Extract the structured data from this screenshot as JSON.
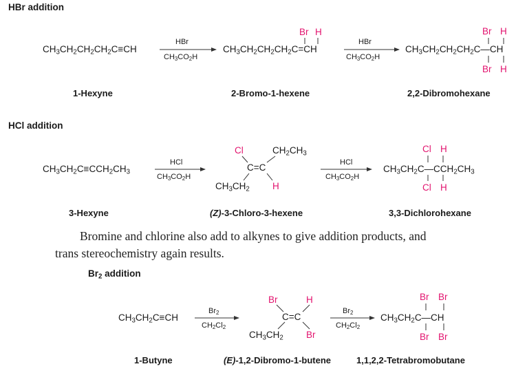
{
  "sections": {
    "hbr": "HBr addition",
    "hcl": "HCl addition",
    "br2": "Br2 addition"
  },
  "text": {
    "hbr_sub": "2",
    "paragraph_line1": "Bromine and chlorine also add to alkynes to give addition products, and",
    "paragraph_line2": "trans stereochemistry again results."
  },
  "hbr": {
    "start": {
      "formula": "CH3CH2CH2CH2C≡CH",
      "name": "1-Hexyne"
    },
    "step1": {
      "above": "HBr",
      "below": "CH3CO2H"
    },
    "mid": {
      "formula": "CH3CH2CH2CH2C=CH",
      "name": "2-Bromo-1-hexene",
      "sub_left": "Br",
      "sub_right": "H"
    },
    "step2": {
      "above": "HBr",
      "below": "CH3CO2H"
    },
    "end": {
      "formula": "CH3CH2CH2CH2C—CH",
      "name": "2,2-Dibromohexane",
      "top_left": "Br",
      "top_right": "H",
      "bottom_left": "Br",
      "bottom_right": "H"
    }
  },
  "hcl": {
    "start": {
      "formula": "CH3CH2C≡CCH2CH3",
      "name": "3-Hexyne"
    },
    "step1": {
      "above": "HCl",
      "below": "CH3CO2H"
    },
    "mid": {
      "name": "(Z)-3-Chloro-3-hexene",
      "top_left": "Cl",
      "top_right": "CH2CH3",
      "center": "C=C",
      "bottom_left": "CH3CH2",
      "bottom_right": "H"
    },
    "step2": {
      "above": "HCl",
      "below": "CH3CO2H"
    },
    "end": {
      "formula": "CH3CH2C—CCH2CH3",
      "name": "3,3-Dichlorohexane",
      "top_left": "Cl",
      "top_right": "H",
      "bottom_left": "Cl",
      "bottom_right": "H"
    }
  },
  "br2": {
    "start": {
      "formula": "CH3CH2C≡CH",
      "name": "1-Butyne"
    },
    "step1": {
      "above": "Br2",
      "below": "CH2Cl2"
    },
    "mid": {
      "name": "(E)-1,2-Dibromo-1-butene",
      "top_left": "Br",
      "top_right": "H",
      "center": "C=C",
      "bottom_left": "CH3CH2",
      "bottom_right": "Br"
    },
    "step2": {
      "above": "Br2",
      "below": "CH2Cl2"
    },
    "end": {
      "formula": "CH3CH2C—CH",
      "name": "1,1,2,2-Tetrabromobutane",
      "top_left": "Br",
      "top_right": "Br",
      "bottom_left": "Br",
      "bottom_right": "Br"
    }
  },
  "colors": {
    "substituent": "#e2136e",
    "text": "#1a1a1a"
  }
}
